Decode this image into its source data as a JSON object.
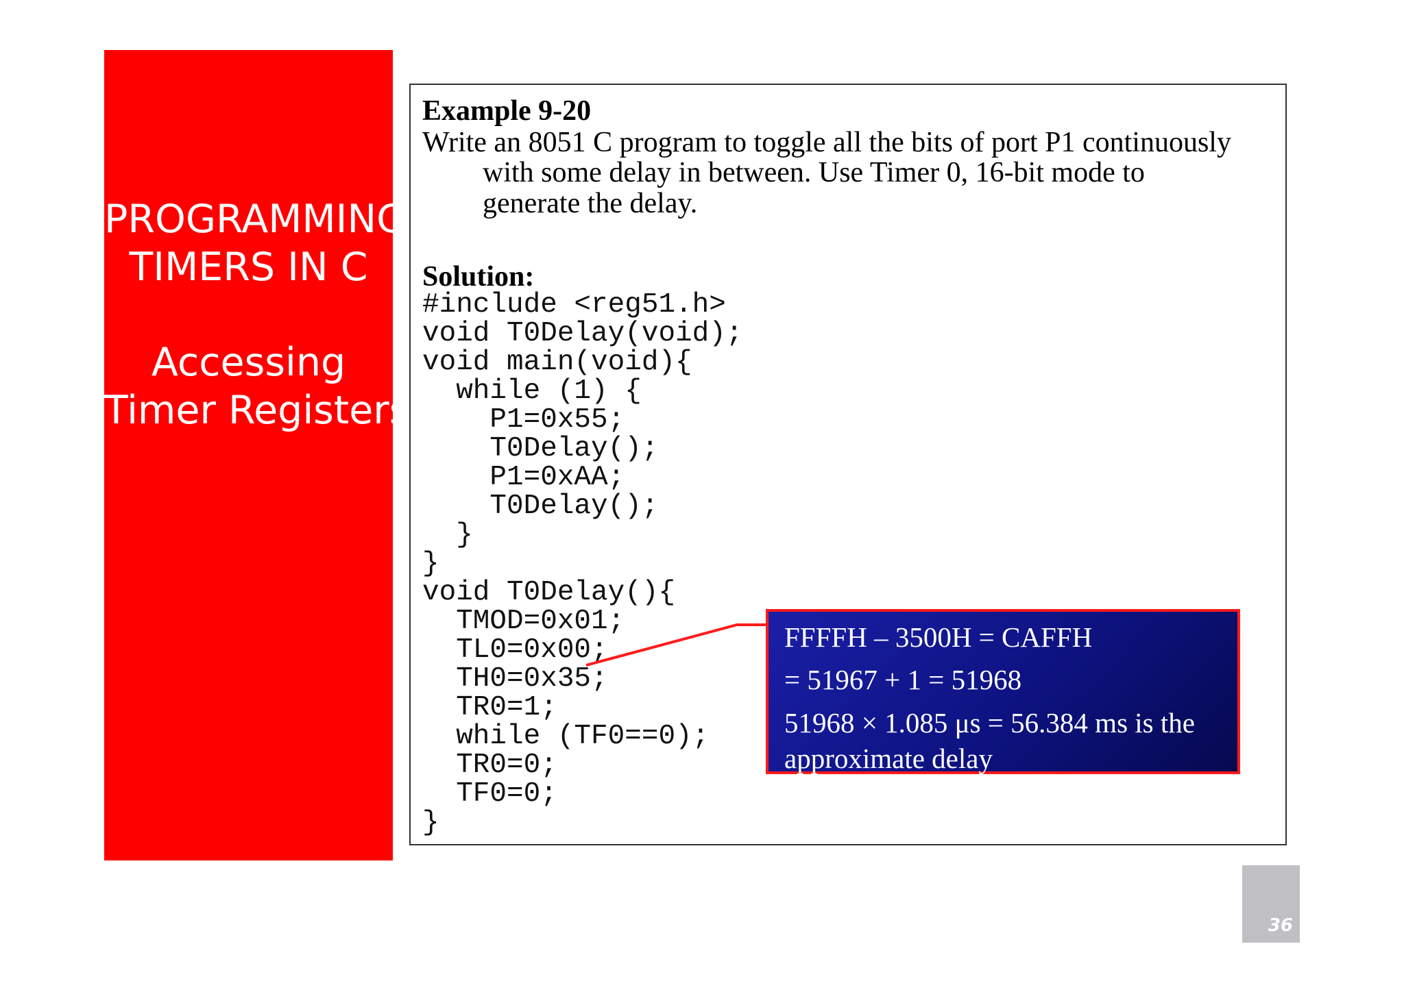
{
  "sidebar": {
    "color": "#ff0000",
    "title_lines": [
      "PROGRAMMING",
      "TIMERS IN C"
    ],
    "subtitle_lines": [
      "Accessing",
      "Timer Registers"
    ]
  },
  "example": {
    "heading": "Example 9-20",
    "problem_lines": [
      "Write an 8051 C program to toggle all the bits of port P1 continuously",
      "with some delay in between. Use Timer 0, 16-bit mode to",
      "generate the delay."
    ],
    "solution_label": "Solution:"
  },
  "code_lines": [
    "#include <reg51.h>",
    "void T0Delay(void);",
    "void main(void){",
    "  while (1) {",
    "    P1=0x55;",
    "    T0Delay();",
    "    P1=0xAA;",
    "    T0Delay();",
    "  }",
    "}",
    "void T0Delay(){",
    "  TMOD=0x01;",
    "  TL0=0x00;",
    "  TH0=0x35;",
    "  TR0=1;",
    "  while (TF0==0);",
    "  TR0=0;",
    "  TF0=0;",
    "}"
  ],
  "callout": {
    "lines": [
      "FFFFH – 3500H = CAFFH",
      "= 51967 + 1 = 51968",
      "51968 × 1.085 μs = 56.384 ms is the",
      "approximate delay"
    ],
    "border_color": "#ff1a1a",
    "background_color": "#0d1280"
  },
  "page_number": "36"
}
